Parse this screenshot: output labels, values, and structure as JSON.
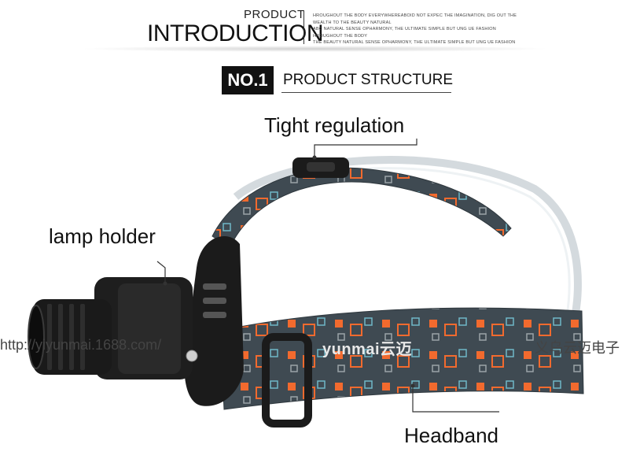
{
  "header": {
    "small_title": "PRODUCT",
    "big_title": "INTRODUCTION",
    "copy_lines": [
      "HROUGHOUT THE BODY EVERYWHEREABOID NOT EXPEC THE IMAGINATION, DIG OUT THE WEALTH TO THE BEAUTY NATURAL",
      "ABC NATURAL SENSE OPHARMONY, THE ULTIMATE SIMPLE BUT UNG UE FASHION HROUGHOUT THE BODY",
      "THE BEAUTY NATURAL SENSE OPHARMONY, THE ULTIMATE SIMPLE BUT UNG UE FASHION"
    ]
  },
  "section": {
    "badge": "NO.1",
    "title": "PRODUCT STRUCTURE"
  },
  "callouts": {
    "tight_regulation": "Tight regulation",
    "lamp_holder": "lamp holder",
    "headband": "Headband"
  },
  "watermark": {
    "url": "http://yiyunmai.1688.com/",
    "company": "义乌云迈电子"
  },
  "strap_brand": "yunmai云迈",
  "colors": {
    "strap": "#3f4a52",
    "accent_orange": "#f26a2e",
    "frame": "#1b1b1b"
  }
}
